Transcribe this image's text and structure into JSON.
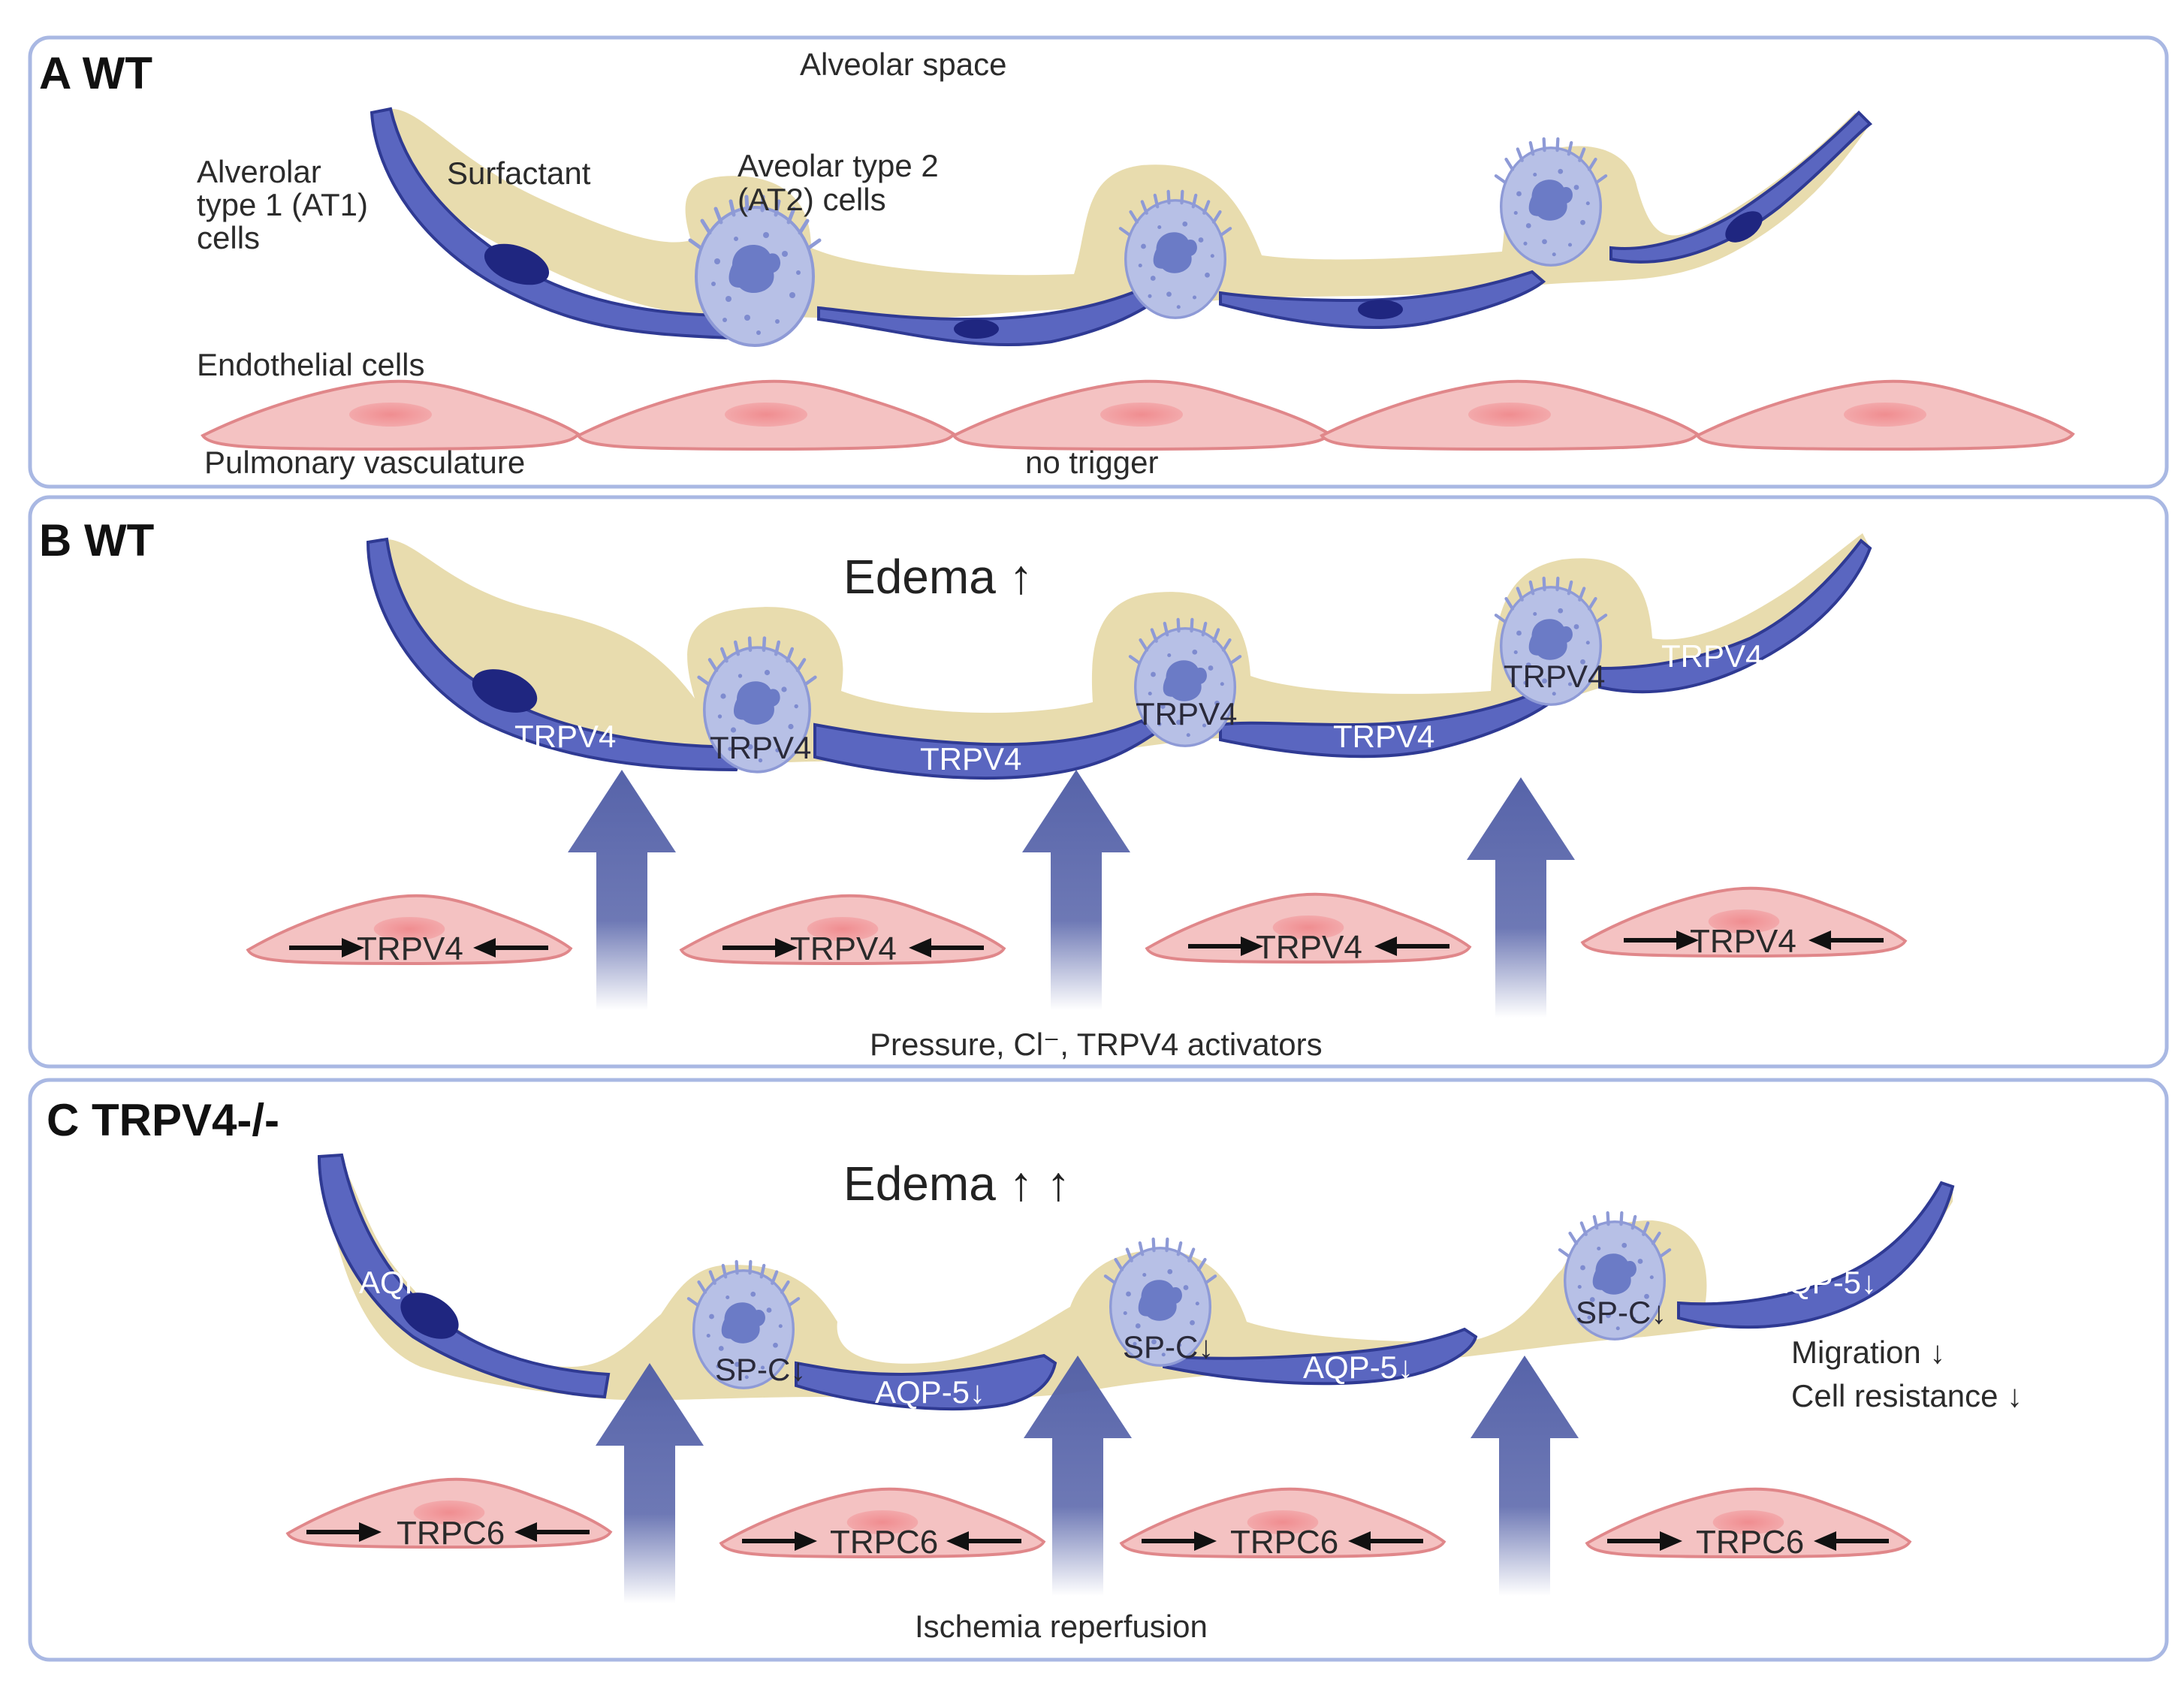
{
  "panel_a": {
    "title": "A WT",
    "alveolar_space": "Alveolar space",
    "at1_label_1": "Alverolar",
    "at1_label_2": "type 1 (AT1)",
    "at1_label_3": "cells",
    "surfactant": "Surfactant",
    "at2_label_1": "Aveolar type 2",
    "at2_label_2": "(AT2) cells",
    "endothelial": "Endothelial cells",
    "vasculature": "Pulmonary vasculature",
    "trigger": "no trigger"
  },
  "panel_b": {
    "title": "B WT",
    "edema": "Edema ↑",
    "epithelial_labels": [
      "TRPV4",
      "TRPV4",
      "TRPV4",
      "TRPV4",
      "TRPV4",
      "TRPV4",
      "TRPV4"
    ],
    "endothelial_labels": [
      "TRPV4",
      "TRPV4",
      "TRPV4",
      "TRPV4"
    ],
    "trigger": "Pressure, Cl⁻, TRPV4 activators"
  },
  "panel_c": {
    "title": "C TRPV4-/-",
    "edema": "Edema ↑ ↑",
    "aqp_labels": [
      "AQP-5↓",
      "AQP-5↓",
      "AQP-5↓",
      "AQP-5↓"
    ],
    "spc_labels": [
      "SP-C↓",
      "SP-C↓",
      "SP-C↓"
    ],
    "migration": "Migration ↓",
    "resistance": "Cell resistance ↓",
    "endothelial_labels": [
      "TRPC6",
      "TRPC6",
      "TRPC6",
      "TRPC6"
    ],
    "trigger": "Ischemia reperfusion"
  },
  "colors": {
    "at1_blue": "#5a66c0",
    "at1_edge": "#2f3a93",
    "nucleus": "#1f2680",
    "surfactant": "#e8dcae",
    "at2": "#b7c0e6",
    "at2_nucleus": "#6b7bc6",
    "endothelium": "#f4c2c2",
    "endothelium_edge": "#e0878a",
    "endo_nucleus": "#ee9a9c",
    "arrow": "#5461a8",
    "panel_border": "#a9b8e3"
  },
  "icons": {
    "flow_arrow": "up-arrow-icon",
    "tension_arrow": "horizontal-arrow-icon"
  }
}
